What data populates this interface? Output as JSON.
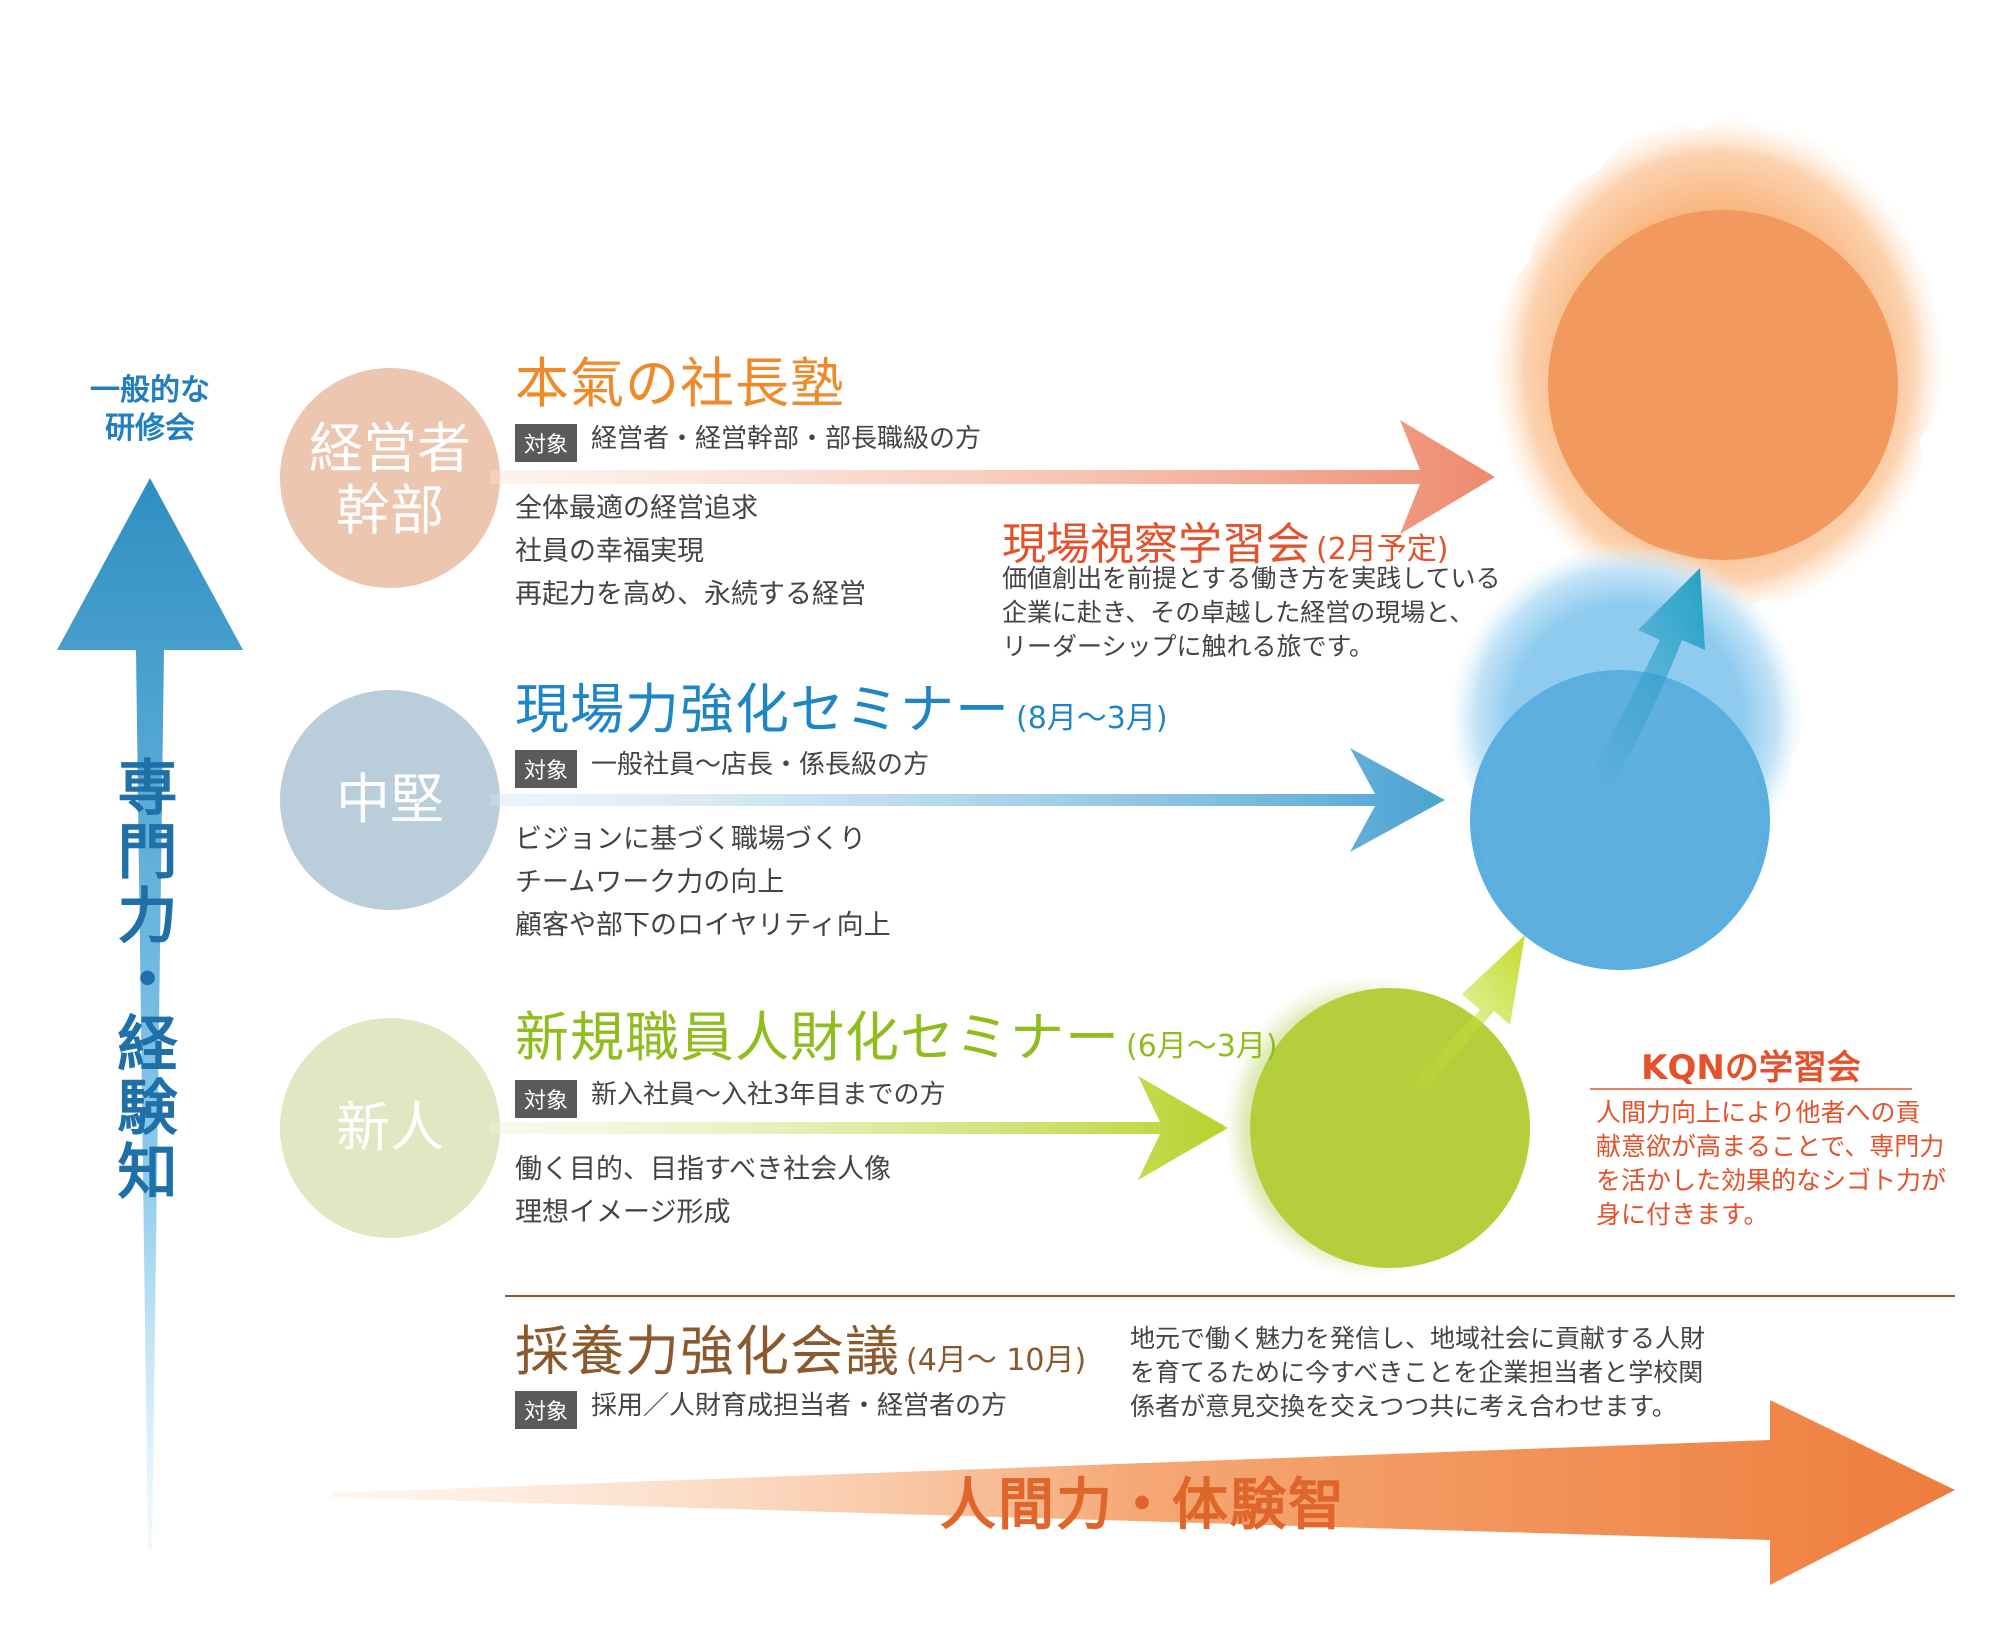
{
  "vertical_axis": {
    "top_label_line1": "一般的な",
    "top_label_line2": "研修会",
    "label": "専門力・経験知"
  },
  "horizontal_axis": {
    "label": "人間力・体験智"
  },
  "levels": [
    {
      "circle_line1": "経営者",
      "circle_line2": "幹部",
      "circle_color": "#ecc6ae"
    },
    {
      "circle_line1": "中堅",
      "circle_line2": "",
      "circle_color": "#bacdda"
    },
    {
      "circle_line1": "新人",
      "circle_line2": "",
      "circle_color": "#dfe7c3"
    }
  ],
  "programs": {
    "executive": {
      "title": "本氣の社長塾",
      "tag": "対象",
      "target": "経営者・経営幹部・部長職級の方",
      "bullets": [
        "全体最適の経営追求",
        "社員の幸福実現",
        "再起力を高め、永続する経営"
      ],
      "color": "#ee8a2a"
    },
    "site_visit": {
      "title": "現場視察学習会",
      "period": "(2月予定)",
      "lines": [
        "価値創出を前提とする働き方を実践している",
        "企業に赴き、その卓越した経営の現場と、",
        "リーダーシップに触れる旅です。"
      ],
      "color": "#e4512a"
    },
    "middle": {
      "title": "現場力強化セミナー",
      "period": "(8月〜3月)",
      "tag": "対象",
      "target": "一般社員〜店長・係長級の方",
      "bullets": [
        "ビジョンに基づく職場づくり",
        "チームワーク力の向上",
        "顧客や部下のロイヤリティ向上"
      ],
      "color": "#1f86c6"
    },
    "new_staff": {
      "title": "新規職員人財化セミナー",
      "period": "(6月〜3月)",
      "tag": "対象",
      "target": "新入社員〜入社3年目までの方",
      "bullets": [
        "働く目的、目指すべき社会人像",
        "理想イメージ形成"
      ],
      "color": "#8fbd1e"
    },
    "recruitment": {
      "title": "採養力強化会議",
      "period": "(4月〜 10月)",
      "tag": "対象",
      "target": "採用／人財育成担当者・経営者の方",
      "lines": [
        "地元で働く魅力を発信し、地域社会に貢献する人財",
        "を育てるために今すべきことを企業担当者と学校関",
        "係者が意見交換を交えつつ共に考え合わせます。"
      ],
      "color": "#8a5a2e"
    }
  },
  "kqn": {
    "title": "KQNの学習会",
    "lines": [
      "人間力向上により他者への貢",
      "献意欲が高まることで、専門力",
      "を活かした効果的なシゴト力が",
      "身に付きます。"
    ],
    "color": "#e4512a"
  }
}
